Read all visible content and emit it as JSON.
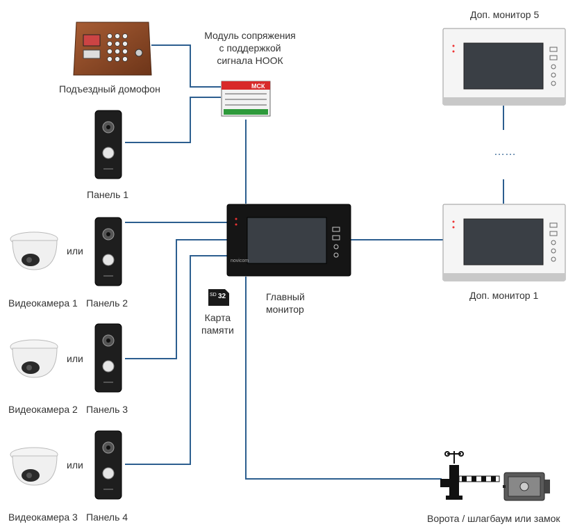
{
  "labels": {
    "entrance_intercom": "Подъездный домофон",
    "interface_module": "Модуль сопряжения\nс поддержкой\nсигнала НООК",
    "panel1": "Панель 1",
    "panel2": "Панель 2",
    "panel3": "Панель 3",
    "panel4": "Панель 4",
    "camera1": "Видеокамера 1",
    "camera2": "Видеокамера 2",
    "camera3": "Видеокамера 3",
    "or": "или",
    "main_monitor": "Главный\nмонитор",
    "memory_card": "Карта\nпамяти",
    "sd_capacity": "32",
    "extra_monitor1": "Доп. монитор 1",
    "extra_monitor5": "Доп. монитор 5",
    "dots": "……",
    "gate_lock": "Ворота / шлагбаум или замок",
    "brand": "novicom",
    "module_brand": "МСК"
  },
  "colors": {
    "wire": "#2c5e8f",
    "panel_body": "#1e1e1e",
    "monitor_black": "#151515",
    "monitor_silver": "#d9d9d9",
    "screen": "#3a3f45",
    "module_red": "#d82a2a",
    "intercom_copper": "#8a4a2a"
  },
  "icons": [
    "intercom-icon",
    "interface-module-icon",
    "call-panel-icon",
    "dome-camera-icon",
    "monitor-icon",
    "sd-card-icon",
    "barrier-icon",
    "electric-lock-icon"
  ]
}
